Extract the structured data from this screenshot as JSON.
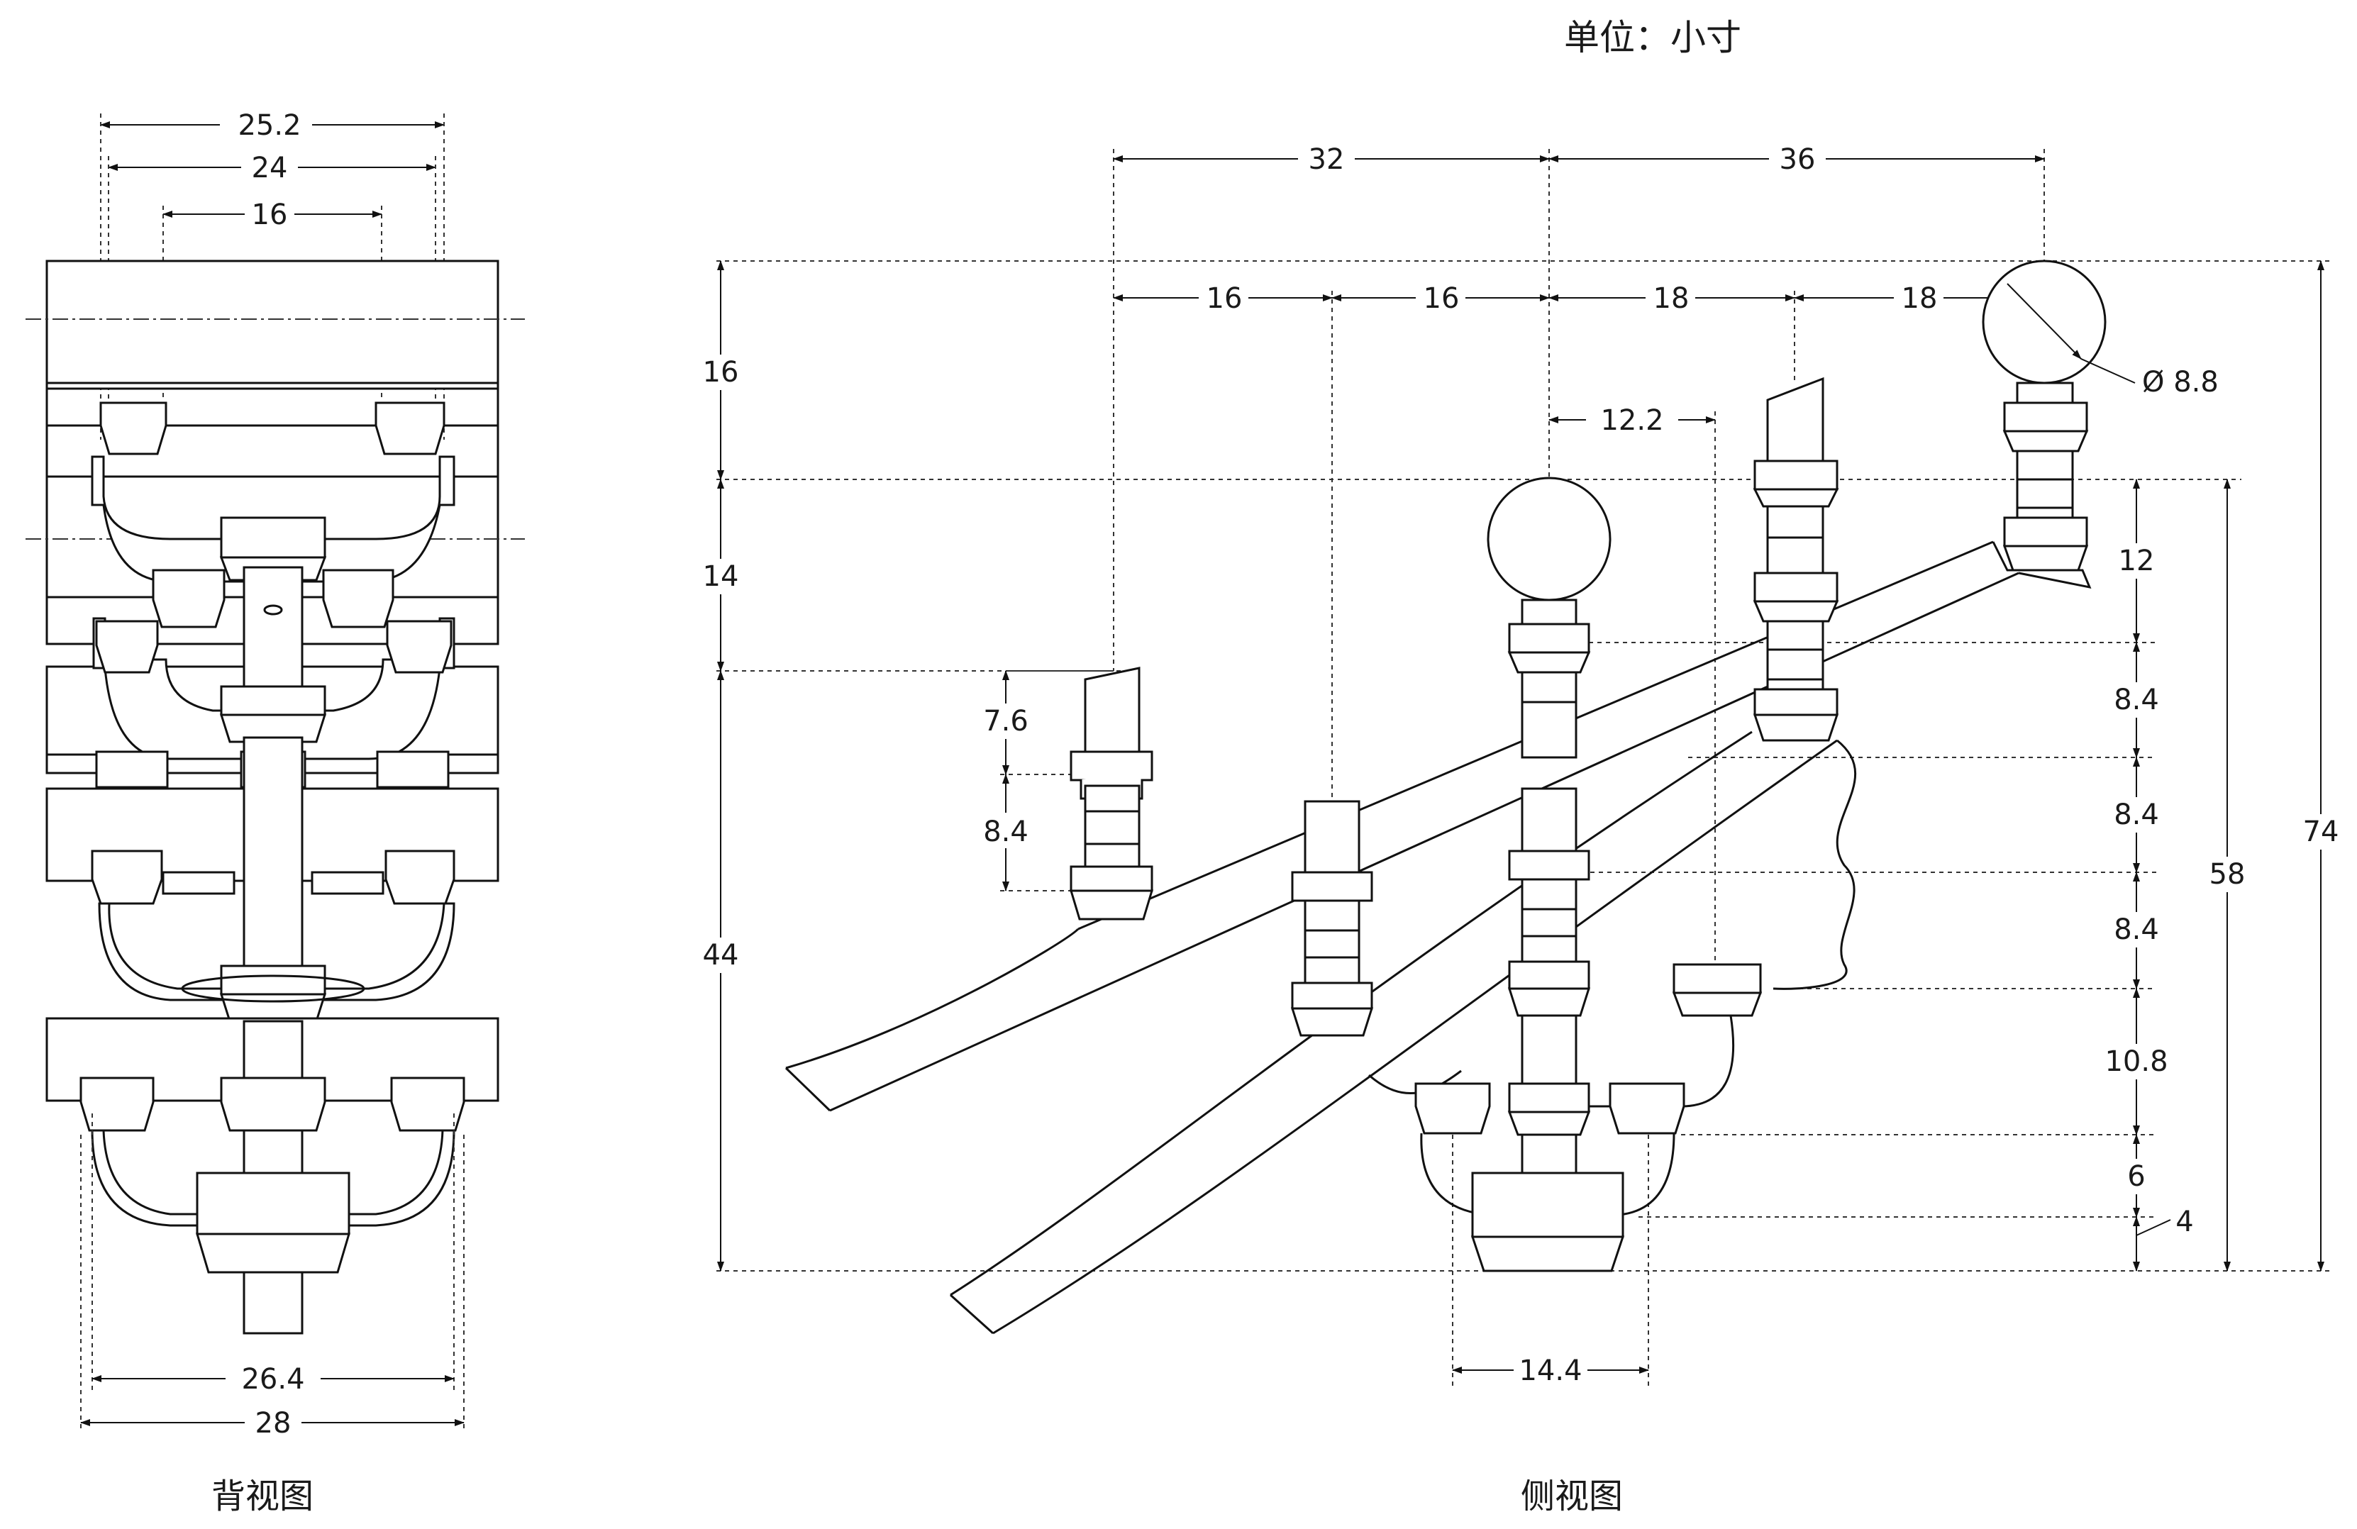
{
  "unit_label": "单位：小寸",
  "captions": {
    "back_view": "背视图",
    "side_view": "侧视图"
  },
  "back_view_dims": {
    "d1": "25.2",
    "d2": "24",
    "d3": "16",
    "d4": "26.4",
    "d5": "28"
  },
  "side_view_dims": {
    "top_left": "32",
    "top_right": "36",
    "s1": "16",
    "s2": "16",
    "s3": "18",
    "s4": "18",
    "off": "12.2",
    "dia": "Ø 8.8",
    "v16": "16",
    "v14": "14",
    "v44": "44",
    "v7_6": "7.6",
    "v8_4a": "8.4",
    "r12": "12",
    "r8_4a": "8.4",
    "r8_4b": "8.4",
    "r8_4c": "8.4",
    "r10_8": "10.8",
    "r6": "6",
    "r4": "4",
    "r58": "58",
    "r74": "74",
    "bottom": "14.4"
  }
}
